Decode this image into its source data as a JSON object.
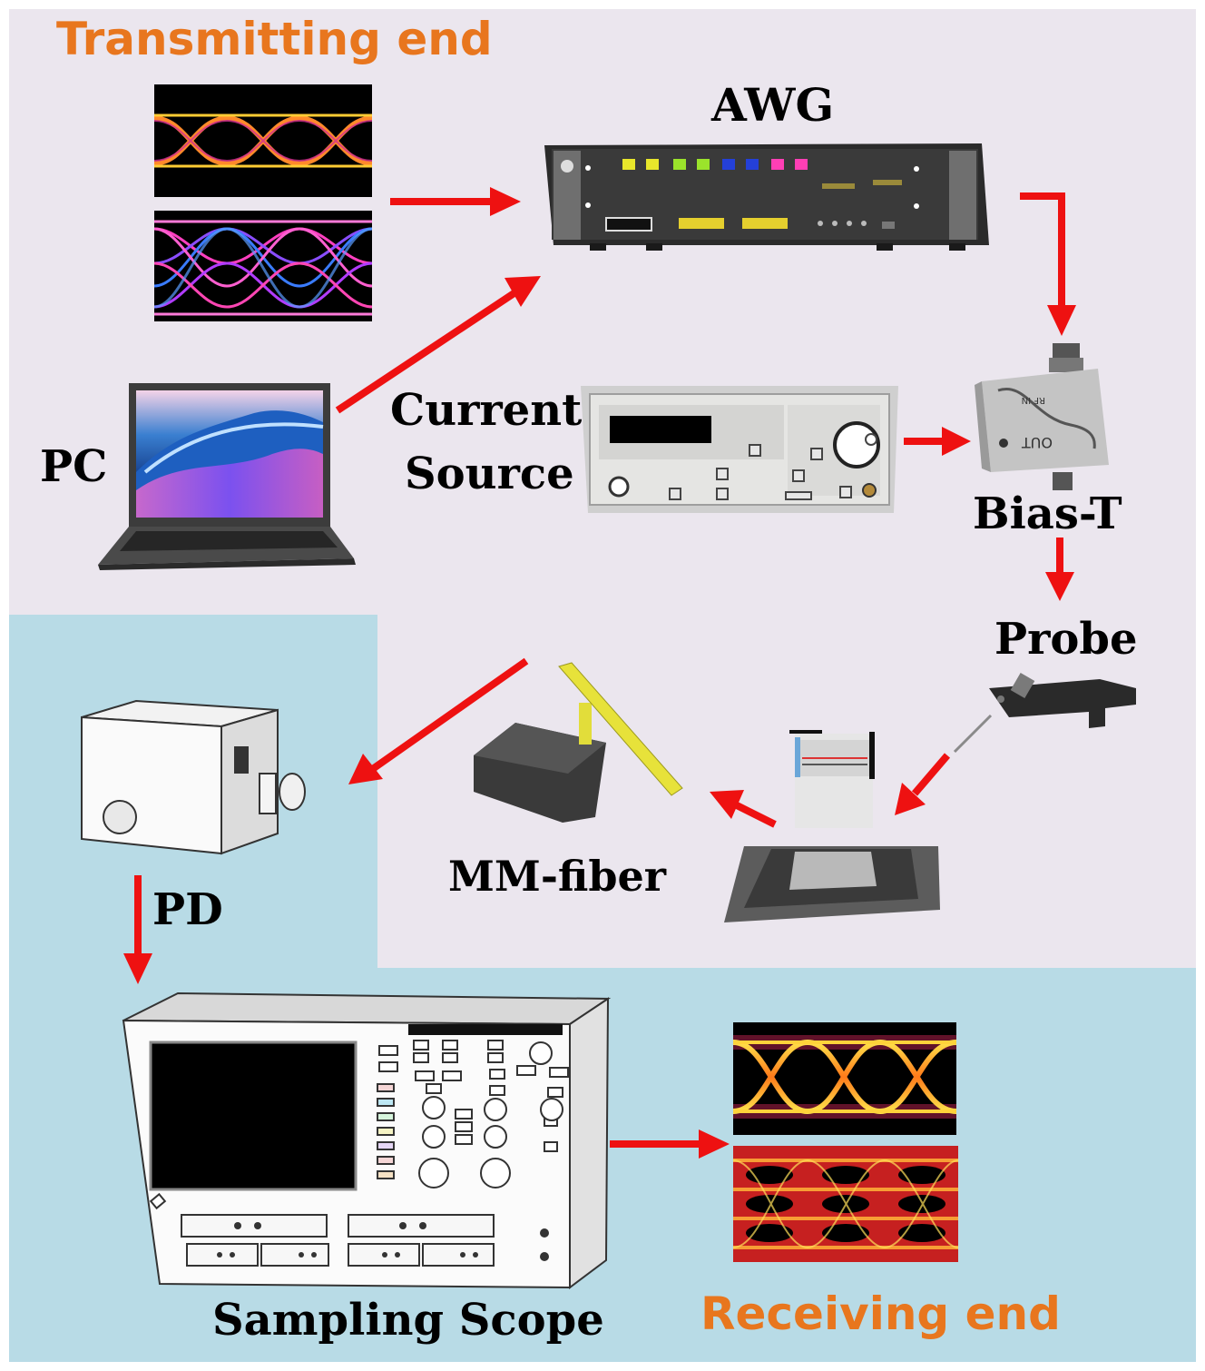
{
  "labels": {
    "transmitting_end": "Transmitting end",
    "receiving_end": "Receiving end",
    "awg": "AWG",
    "pc": "PC",
    "current_source": [
      "Current",
      "Source"
    ],
    "bias_t": "Bias-T",
    "probe": "Probe",
    "mm_fiber": "MM-fiber",
    "pd": "PD",
    "sampling_scope": "Sampling Scope"
  },
  "colors": {
    "section_label": "#e8761e",
    "arrow": "#ee1111",
    "transmit_region_bg": "#ebe6ee",
    "receive_region_bg": "#b8dbe6"
  },
  "icons": [
    "eye-diagram-nrz",
    "eye-diagram-pam4",
    "awg-instrument",
    "laptop",
    "current-source-instrument",
    "bias-t",
    "probe",
    "vcsel-chip",
    "mm-fiber",
    "photodetector",
    "sampling-scope"
  ]
}
